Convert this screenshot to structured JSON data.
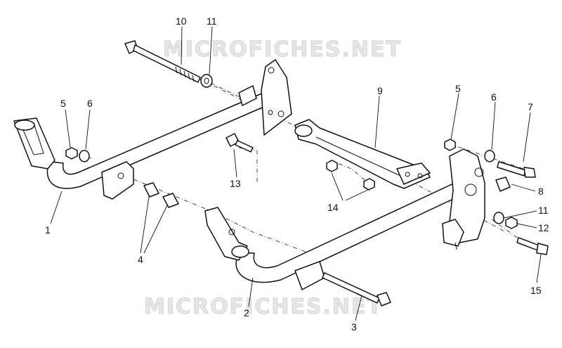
{
  "watermark": {
    "top": "MICROFICHES.NET",
    "bottom": "MICROFICHES.NET"
  },
  "callouts": [
    {
      "id": "c1",
      "label": "1"
    },
    {
      "id": "c2",
      "label": "2"
    },
    {
      "id": "c3",
      "label": "3"
    },
    {
      "id": "c4",
      "label": "4"
    },
    {
      "id": "c5a",
      "label": "5"
    },
    {
      "id": "c5b",
      "label": "5"
    },
    {
      "id": "c6a",
      "label": "6"
    },
    {
      "id": "c6b",
      "label": "6"
    },
    {
      "id": "c7",
      "label": "7"
    },
    {
      "id": "c8",
      "label": "8"
    },
    {
      "id": "c9",
      "label": "9"
    },
    {
      "id": "c10",
      "label": "10"
    },
    {
      "id": "c11a",
      "label": "11"
    },
    {
      "id": "c11b",
      "label": "11"
    },
    {
      "id": "c12",
      "label": "12"
    },
    {
      "id": "c13",
      "label": "13"
    },
    {
      "id": "c14",
      "label": "14"
    },
    {
      "id": "c15",
      "label": "15"
    }
  ]
}
